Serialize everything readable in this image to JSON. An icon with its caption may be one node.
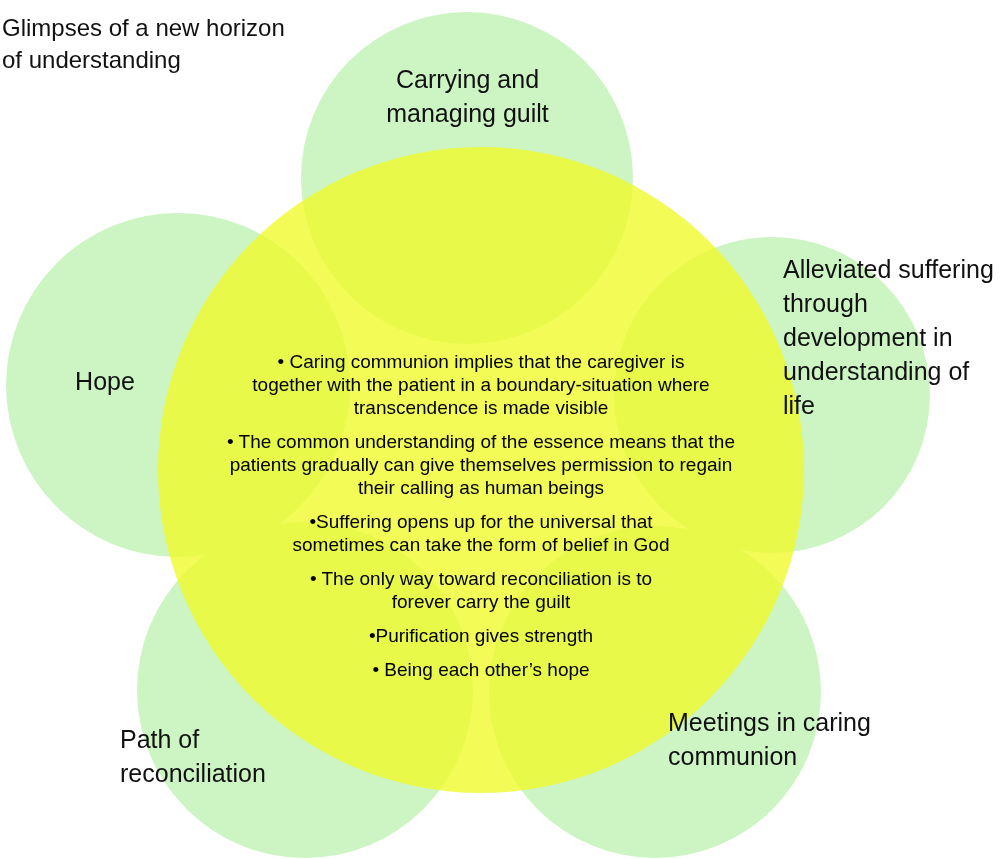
{
  "diagram": {
    "title": "Glimpses of a new horizon of understanding",
    "nodes": [
      {
        "text": [
          "Carrying and managing guilt"
        ]
      },
      {
        "text": [
          "Hope"
        ]
      },
      {
        "text": [
          "Alleviated suffering through development in understanding of life"
        ]
      },
      {
        "text": [
          "• Caring communion implies that the caregiver is together with the patient in a boundary-situation where transcendence is made visible",
          "• The common understanding of the essence means that the patients gradually can give themselves permission to regain their calling as human beings",
          "•Suffering opens up for the universal that sometimes can take the form of belief in God",
          "• The only way toward reconciliation is to forever carry the guilt",
          "•Purification gives strength",
          "• Being each other’s hope"
        ]
      },
      {
        "text": [
          "Path of reconciliation"
        ]
      },
      {
        "text": [
          "Meetings in caring communion"
        ]
      }
    ]
  }
}
